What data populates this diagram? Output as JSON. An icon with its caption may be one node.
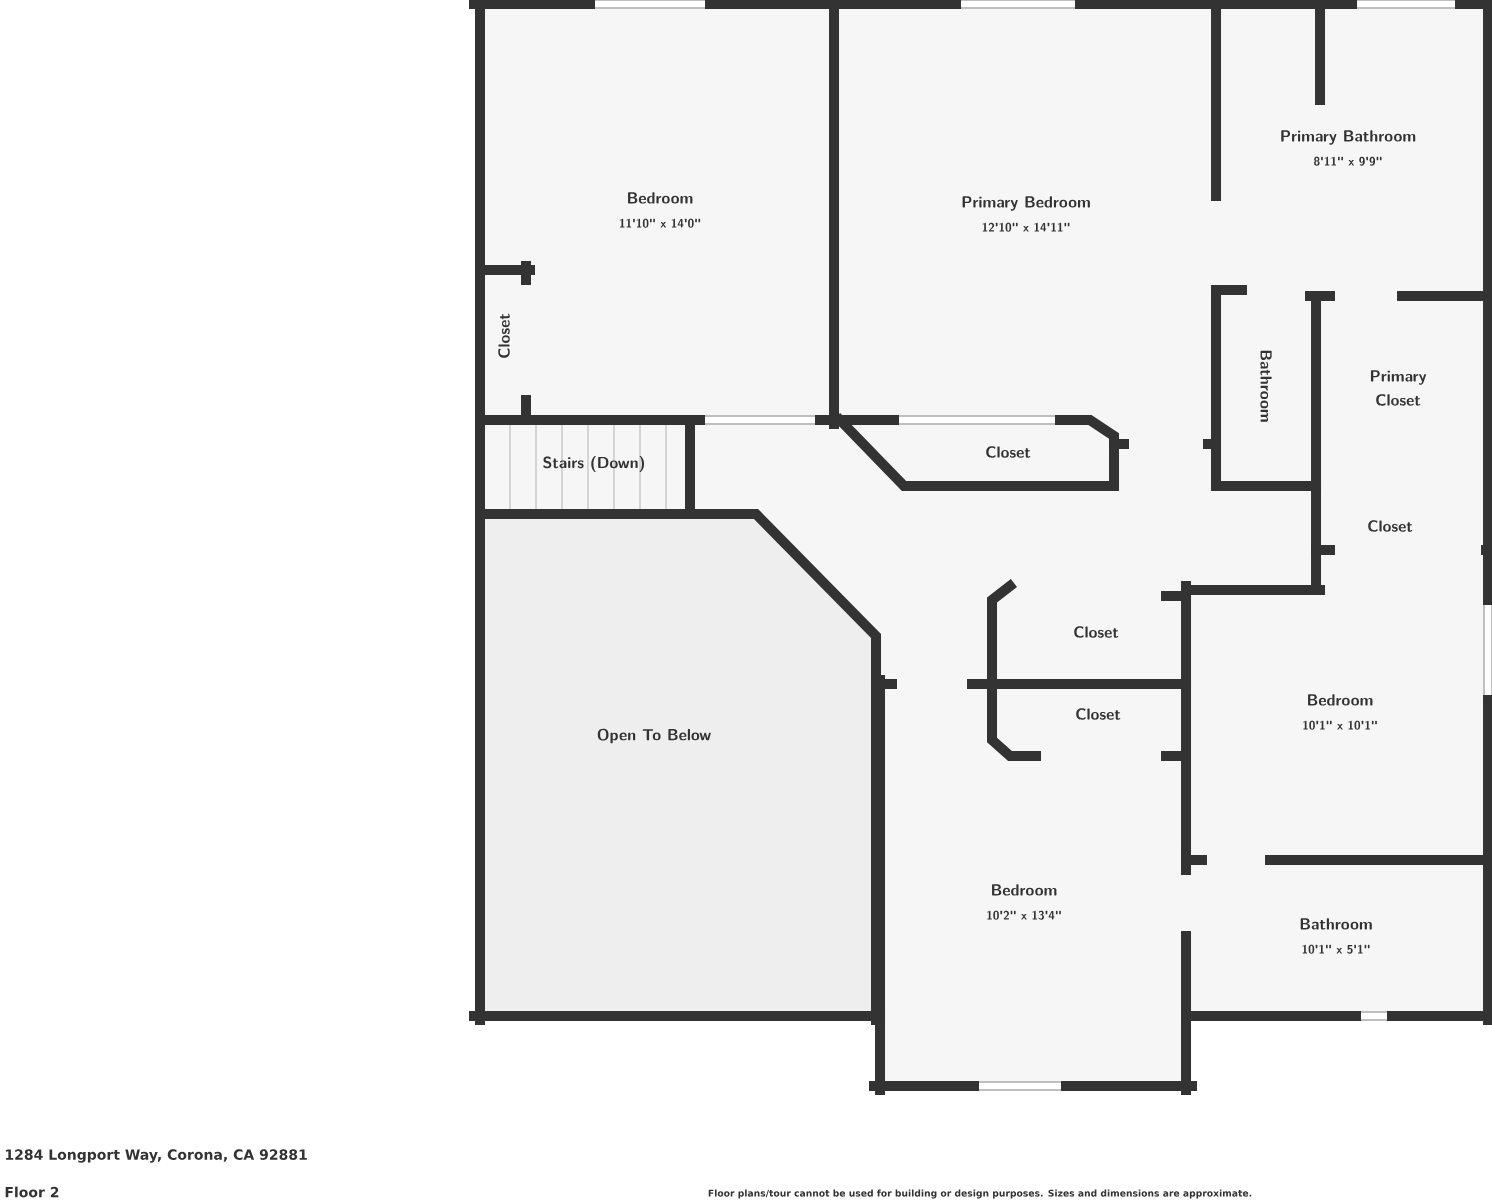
{
  "diagram": {
    "nodes": [
      {
        "text": [
          "Bedroom",
          "11'10\" x 14'0\""
        ]
      },
      {
        "text": [
          "Primary Bedroom",
          "12'10\" x 14'11\""
        ]
      },
      {
        "text": [
          "Primary Bathroom",
          "8'11\" x 9'9\""
        ]
      },
      {
        "text": [
          "Closet"
        ]
      },
      {
        "text": [
          "Stairs (Down)"
        ]
      },
      {
        "text": [
          "Closet"
        ]
      },
      {
        "text": [
          "Bathroom"
        ]
      },
      {
        "text": [
          "Primary Closet"
        ]
      },
      {
        "text": [
          "Closet"
        ]
      },
      {
        "text": [
          "Open To Below"
        ]
      },
      {
        "text": [
          "Closet"
        ]
      },
      {
        "text": [
          "Bedroom",
          "10'1\" x 10'1\""
        ]
      },
      {
        "text": [
          "Closet"
        ]
      },
      {
        "text": [
          "Bedroom",
          "10'2\" x 13'4\""
        ]
      },
      {
        "text": [
          "Bathroom",
          "10'1\" x 5'1\""
        ]
      }
    ],
    "labels": [
      "1284 Longport Way, Corona, CA 92881",
      "Floor 2",
      "Floor plans/tour cannot be used for building or design purposes. Sizes and dimensions are approximate."
    ]
  }
}
